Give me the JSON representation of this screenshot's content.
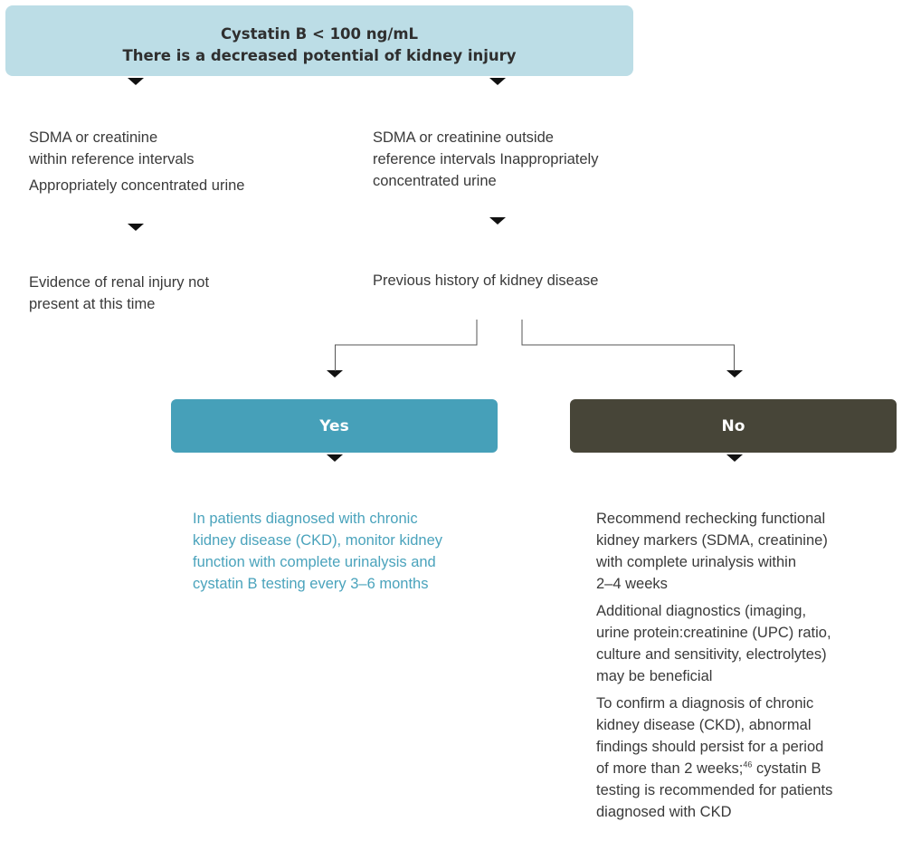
{
  "header": {
    "line1": "Cystatin B < 100 ng/mL",
    "line2": "There is a decreased potential of kidney injury"
  },
  "left_branch": {
    "condition_line1": "SDMA or creatinine",
    "condition_line2": "within reference intervals",
    "condition_line3": "Appropriately concentrated urine",
    "result_line1": "Evidence of renal injury not",
    "result_line2": "present at this time"
  },
  "right_branch": {
    "condition_line1": "SDMA or creatinine outside",
    "condition_line2": "reference intervals Inappropriately",
    "condition_line3": "concentrated urine",
    "question": "Previous history of kidney disease"
  },
  "yes": {
    "label": "Yes",
    "text_lines": [
      "In patients diagnosed with chronic",
      "kidney disease (CKD), monitor kidney",
      "function with complete urinalysis and",
      "cystatin B testing every 3–6 months"
    ]
  },
  "no": {
    "label": "No",
    "para1": [
      "Recommend rechecking functional",
      "kidney markers (SDMA, creatinine)",
      "with complete urinalysis within",
      "2–4 weeks"
    ],
    "para2": [
      "Additional diagnostics (imaging,",
      "urine protein:creatinine (UPC) ratio,",
      "culture and sensitivity, electrolytes)",
      "may be beneficial"
    ],
    "para3_line1": "To confirm a diagnosis of chronic",
    "para3_line2": "kidney disease (CKD), abnormal",
    "para3_line3": "findings should persist for a period",
    "para3_line4_pre": "of more than 2 weeks;",
    "para3_line4_ref": "46",
    "para3_line4_post": " cystatin B",
    "para3_line5": "testing is recommended for patients",
    "para3_line6": "diagnosed with CKD"
  },
  "colors": {
    "header_bg": "#bcdde6",
    "yes_bg": "#46a0b9",
    "no_bg": "#474538",
    "yes_text": "#4aa3bc"
  }
}
